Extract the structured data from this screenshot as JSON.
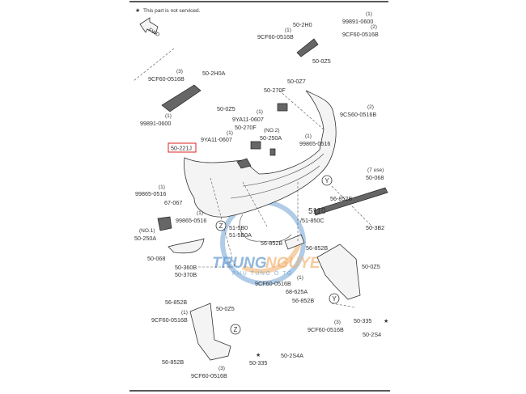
{
  "note": "This part is not serviced.",
  "star_symbol": "★",
  "highlighted_part": "50-221J",
  "labels": {
    "p99891_top": "99891-0600",
    "q99891_top": "(1)",
    "p50_2H0": "50-2H0",
    "q9cf_a": "(1)",
    "p9cf_a": "9CF60-0516B",
    "q9cf_b": "(2)",
    "p9cf_b": "9CF60-0516B",
    "p50_0Z5_a": "50-0Z5",
    "q9cf_c": "(3)",
    "p9cf_c": "9CF60-0516B",
    "p50_2H0A": "50-2H0A",
    "p50_0Z5_b": "50-0Z5",
    "p99891_l": "99891-0600",
    "q99891_l": "(1)",
    "p50_0Z7": "50-0Z7",
    "p50_270F_a": "50-270F",
    "q9ya_a": "(1)",
    "p9ya_a": "9YA11-0607",
    "p9cs": "9CS60-0516B",
    "q9cs": "(2)",
    "p50_270F_b": "50-270F",
    "qno2": "(NO.2)",
    "p50_250A_a": "50-250A",
    "q9ya_b": "(1)",
    "p9ya_b": "9YA11-0607",
    "p99865_a": "99865-0516",
    "q99865_a": "(1)",
    "q7use": "(7 use)",
    "p50_068_a": "50-068",
    "p99865_b": "99865-0516",
    "q99865_b": "(1)",
    "p67_067": "67-067",
    "p56_852B_a": "56-852B",
    "p5110": "5110",
    "p51_850C": "/51-850C",
    "p99865_c": "99865-0516",
    "q99865_c": "(1)",
    "p51_5B0": "51-5B0",
    "p51_5B0A": "51-5B0A",
    "p50_3B2": "50-3B2",
    "qno1": "(NO.1)",
    "p50_250A_b": "50-250A",
    "p56_852B_b": "56-852B",
    "p50_068_b": "50-068",
    "p56_852B_c": "56-852B",
    "p50_0Z5_c": "50-0Z5",
    "p50_360B": "50-360B",
    "p50_370B": "50-370B",
    "q9cf_d": "(1)",
    "p9cf_d": "9CF60-0516B",
    "p68_625A": "68-625A",
    "p56_852B_d": "56-852B",
    "p56_852B_e": "56-852B",
    "p50_0Z5_d": "50-0Z5",
    "q9cf_e": "(1)",
    "p9cf_e": "9CF60-0516B",
    "p50_335_a": "50-335",
    "q9cf_f": "(3)",
    "p9cf_f": "9CF60-0516B",
    "p50_2S4": "50-2S4",
    "p50_2S4A": "50-2S4A",
    "p50_335_b": "50-335",
    "p56_852B_f": "56-852B",
    "q9cf_g": "(3)",
    "p9cf_g": "9CF60-0516B"
  },
  "callouts": {
    "y": "Y",
    "z": "Z"
  },
  "fwd": "FWD",
  "watermark": {
    "brand_a": "TRUNG",
    "brand_b": "NGUYEN",
    "tagline": "PHỤ TÙNG Ô TÔ",
    "blue": "#3a7fc1",
    "orange": "#f0a050"
  }
}
